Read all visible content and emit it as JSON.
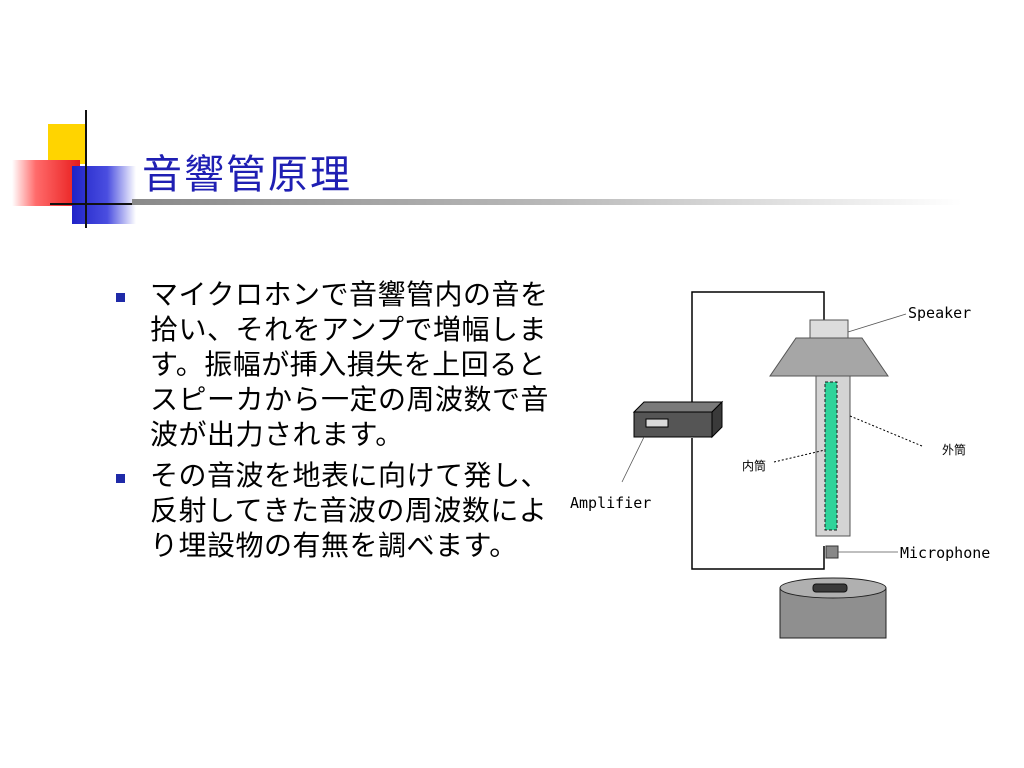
{
  "slide": {
    "title": "音響管原理",
    "bullets": [
      "マイクロホンで音響管内の音を拾い、それをアンプで増幅します。振幅が挿入損失を上回るとスピーカから一定の周波数で音波が出力されます。",
      "その音波を地表に向けて発し、反射してきた音波の周波数により埋設物の有無を調べます。"
    ]
  },
  "diagram": {
    "labels": {
      "speaker": "Speaker",
      "amplifier": "Amplifier",
      "microphone": "Microphone",
      "outer_tube": "外筒",
      "inner_tube": "内筒"
    },
    "colors": {
      "accent": "#1f1fb3",
      "inner_tube": "#2fd39a",
      "tube": "#d4d4d4",
      "speaker": "#a6a6a6"
    }
  }
}
